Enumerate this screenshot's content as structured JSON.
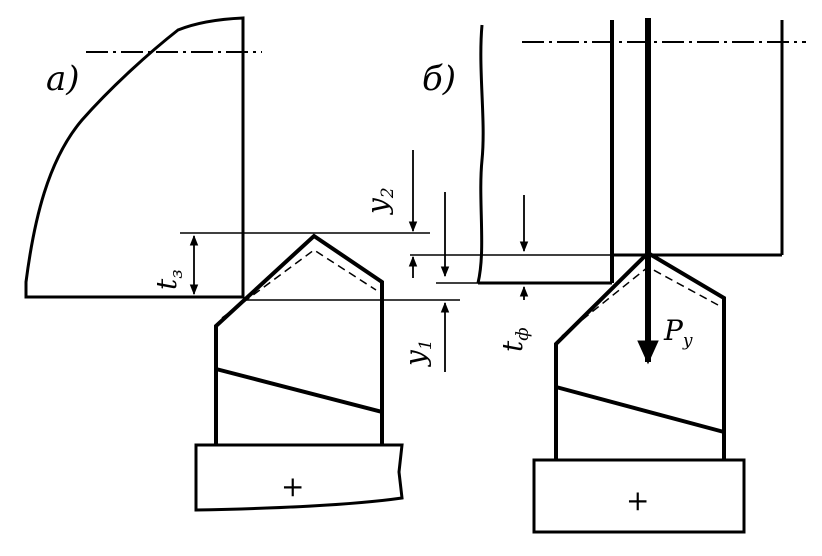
{
  "figure": {
    "panel_a": {
      "label": "а)",
      "dimension_t3": {
        "main": "t",
        "sub": "з"
      },
      "dimension_y1": {
        "main": "y",
        "sub": "1"
      },
      "holder_mark": "+"
    },
    "panel_b": {
      "label": "б)",
      "dimension_y2": {
        "main": "y",
        "sub": "2"
      },
      "dimension_tf": {
        "main": "t",
        "sub": "ф"
      },
      "force": {
        "main": "P",
        "sub": "y"
      },
      "holder_mark": "+"
    },
    "colors": {
      "line": "#000000",
      "background": "#ffffff"
    }
  }
}
